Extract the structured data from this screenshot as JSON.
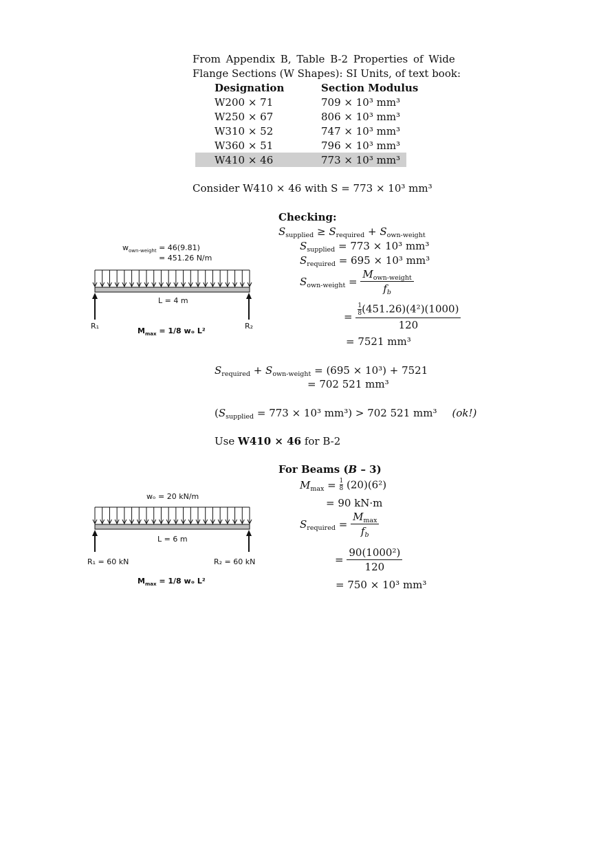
{
  "intro": {
    "line1": "From Appendix B, Table B-2 Properties of Wide",
    "line2": "Flange Sections (W Shapes): SI Units, of text book:"
  },
  "table": {
    "headers": [
      "Designation",
      "Section Modulus"
    ],
    "rows": [
      {
        "designation": "W200 × 71",
        "modulus": "709 × 10³ mm³"
      },
      {
        "designation": "W250 × 67",
        "modulus": "806 × 10³ mm³"
      },
      {
        "designation": "W310 × 52",
        "modulus": "747 × 10³ mm³"
      },
      {
        "designation": "W360 × 51",
        "modulus": "796 × 10³ mm³"
      },
      {
        "designation": "W410 × 46",
        "modulus": "773 × 10³ mm³"
      }
    ],
    "highlight_color": "#cfcfcf"
  },
  "consider": "Consider W410 × 46 with S = 773 × 10³ mm³",
  "beam1": {
    "load_line1": "= 46(9.81)",
    "load_line2": "= 451.26 N/m",
    "span": "L = 4 m",
    "r1": "R₁",
    "r2": "R₂",
    "mmax_value": "= 1/8 wₒ L²"
  },
  "checking": {
    "title": "Checking:",
    "eq_supplied": "= 773 × 10³ mm³",
    "eq_required": "= 695 × 10³ mm³",
    "own_num": "M",
    "own_den": "f",
    "calc_num": "(451.26)(4²)(1000)",
    "calc_den": "120",
    "calc_result": "= 7521 mm³"
  },
  "sum": {
    "rhs1": "= (695 × 10³) + 7521",
    "rhs2": "= 702 521 mm³"
  },
  "compare": {
    "lhs": "= 773 × 10³ mm³) > 702 521 mm³",
    "ok": "(ok!)"
  },
  "use": {
    "prefix": "Use",
    "section": "W410 × 46",
    "suffix": "for B-2"
  },
  "beams3": {
    "title_prefix": "For Beams (",
    "title_b": "B",
    "title_suffix": " – 3)",
    "mmax_rhs": "(20)(6²)",
    "mmax_result": "= 90 kN·m",
    "req_num_val": "90(1000²)",
    "req_den_val": "120",
    "result": "= 750 × 10³ mm³"
  },
  "beam2": {
    "load": "wₒ = 20 kN/m",
    "span": "L = 6 m",
    "r1": "R₁ = 60 kN",
    "r2": "R₂ = 60 kN",
    "mmax_value": "= 1/8 wₒ L²"
  }
}
